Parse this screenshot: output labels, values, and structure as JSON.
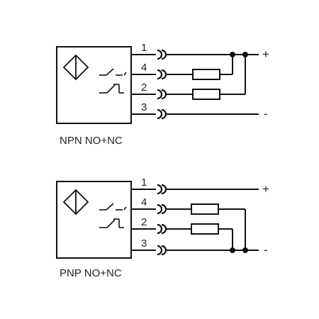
{
  "diagrams": [
    {
      "caption": "NPN NO+NC",
      "pins": [
        "1",
        "4",
        "2",
        "3"
      ],
      "supply_labels": {
        "positive": "+",
        "negative": "-"
      }
    },
    {
      "caption": "PNP NO+NC",
      "pins": [
        "1",
        "4",
        "2",
        "3"
      ],
      "supply_labels": {
        "positive": "+",
        "negative": "-"
      }
    }
  ]
}
